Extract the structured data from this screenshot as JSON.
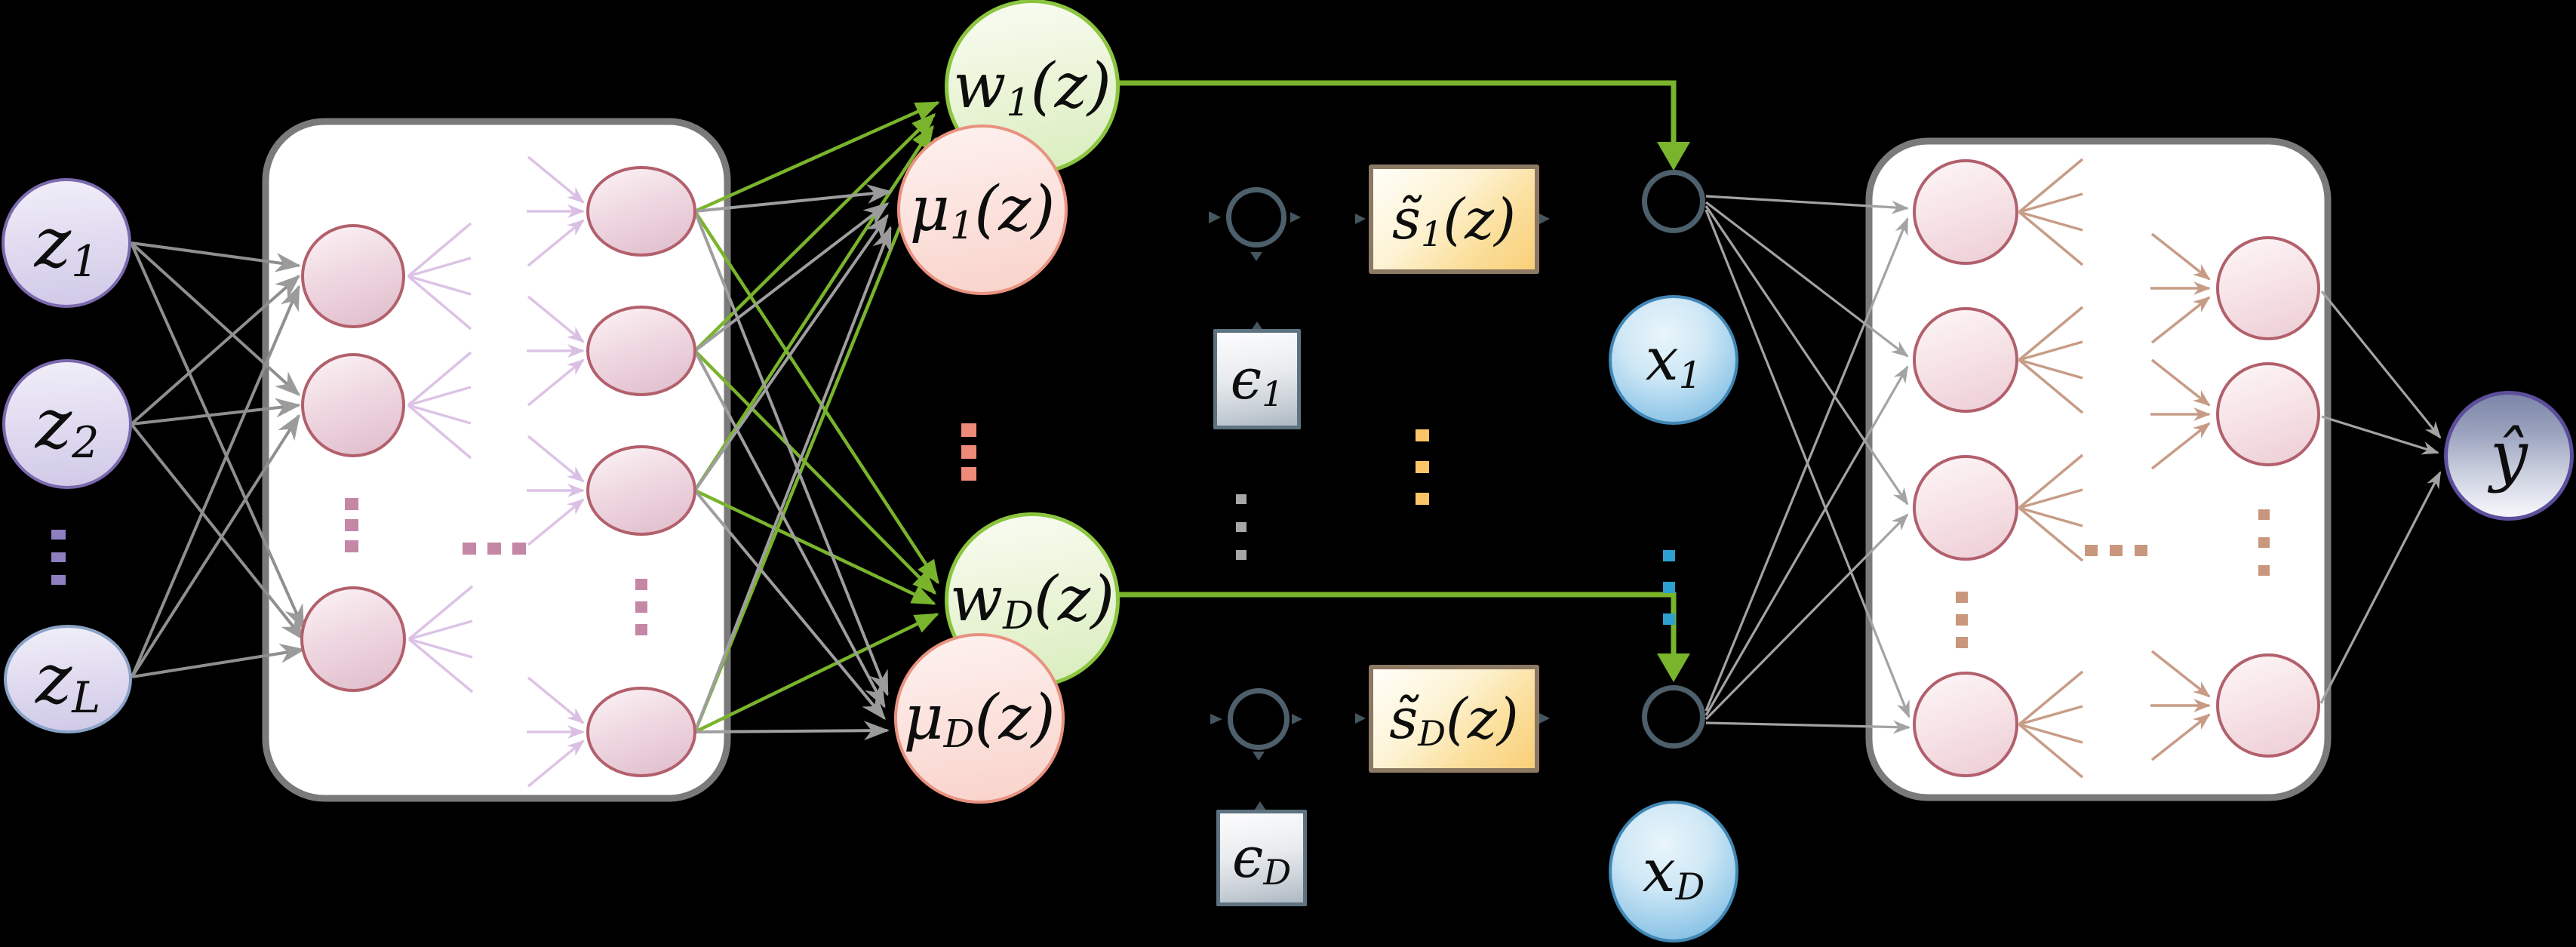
{
  "nodes": {
    "z1": {
      "main": "z",
      "sub": "1"
    },
    "z2": {
      "main": "z",
      "sub": "2"
    },
    "zL": {
      "main": "z",
      "sub": "L"
    },
    "w1": {
      "main": "w",
      "sub": "1",
      "suffix": "(z)"
    },
    "wD": {
      "main": "w",
      "sub": "D",
      "suffix": "(z)"
    },
    "mu1": {
      "main": "μ",
      "sub": "1",
      "suffix": "(z)"
    },
    "muD": {
      "main": "μ",
      "sub": "D",
      "suffix": "(z)"
    },
    "s1": {
      "main": "s̃",
      "sub": "1",
      "suffix": "(z)"
    },
    "sD": {
      "main": "s̃",
      "sub": "D",
      "suffix": "(z)"
    },
    "eps1": {
      "main": "ϵ",
      "sub": "1"
    },
    "epsD": {
      "main": "ϵ",
      "sub": "D"
    },
    "x1": {
      "main": "x",
      "sub": "1"
    },
    "xD": {
      "main": "x",
      "sub": "D"
    },
    "yhat": {
      "main": "ŷ"
    }
  },
  "icons": {
    "vertical_ellipsis": "⋮",
    "horizontal_ellipsis": "…"
  },
  "colors": {
    "background": "#000000",
    "network_box_fill": "#ffffff",
    "network_box_border": "#7a7a7a",
    "green_arrow": "#79b42c",
    "gray_arrow": "#a0a0a0",
    "lavender_link": "#dcc3e6",
    "tan_link": "#c79c86",
    "z_node_border": "#7a69ad",
    "zL_node_border": "#8aa3c6",
    "w_node_border": "#8bc53f",
    "mu_node_border": "#e8927f",
    "hidden_neuron_border": "#b2606c",
    "ring_border": "#4d5f6b",
    "s_box_border": "#8c7963",
    "eps_box_border": "#5e7280",
    "x_node_border": "#4187b5",
    "yhat_node_border": "#5c4f9c",
    "dots_purple": "#8d7fc0",
    "dots_mauve": "#c487a6",
    "dots_salmon": "#f08a78",
    "dots_gray": "#a7a7a7",
    "dots_yellow": "#fbc468",
    "dots_blue": "#2d9fd0",
    "dots_tan": "#c9977e"
  }
}
